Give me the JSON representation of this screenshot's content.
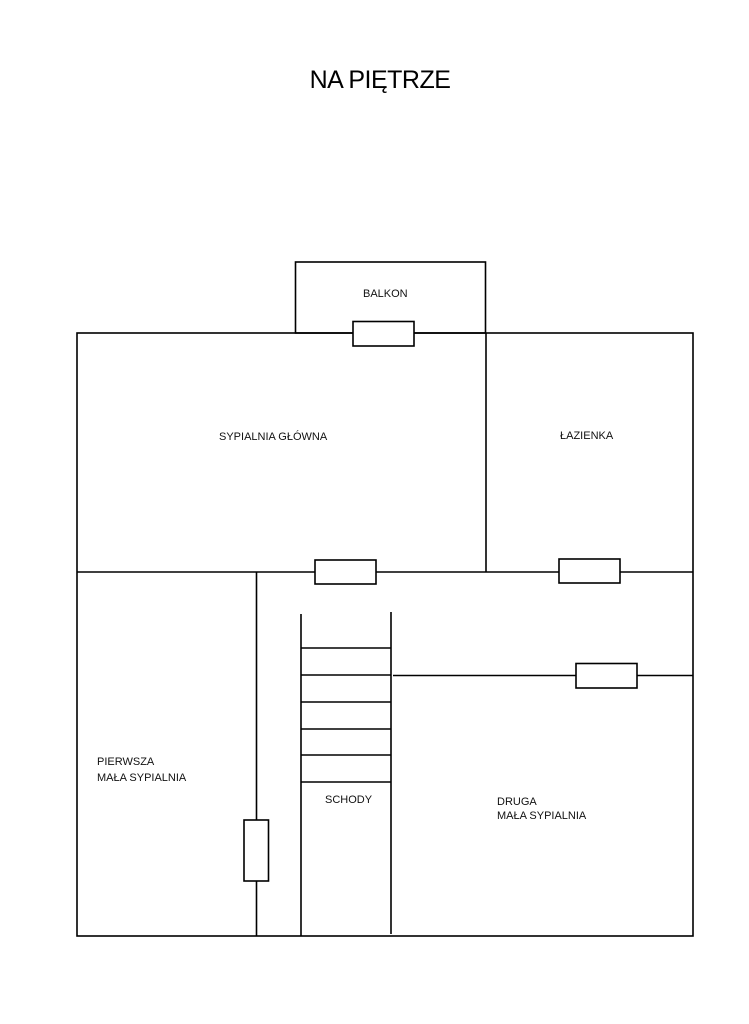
{
  "title": "NA PIĘTRZE",
  "rooms": {
    "balkon": "BALKON",
    "master": "SYPIALNIA GŁÓWNA",
    "bathroom": "ŁAZIENKA",
    "first_small_line1": "PIERWSZA",
    "first_small_line2": "MAŁA SYPIALNIA",
    "stairs": "SCHODY",
    "second_small_line1": "DRUGA",
    "second_small_line2": "MAŁA SYPIALNIA"
  },
  "colors": {
    "line": "#000000",
    "background": "#ffffff"
  }
}
